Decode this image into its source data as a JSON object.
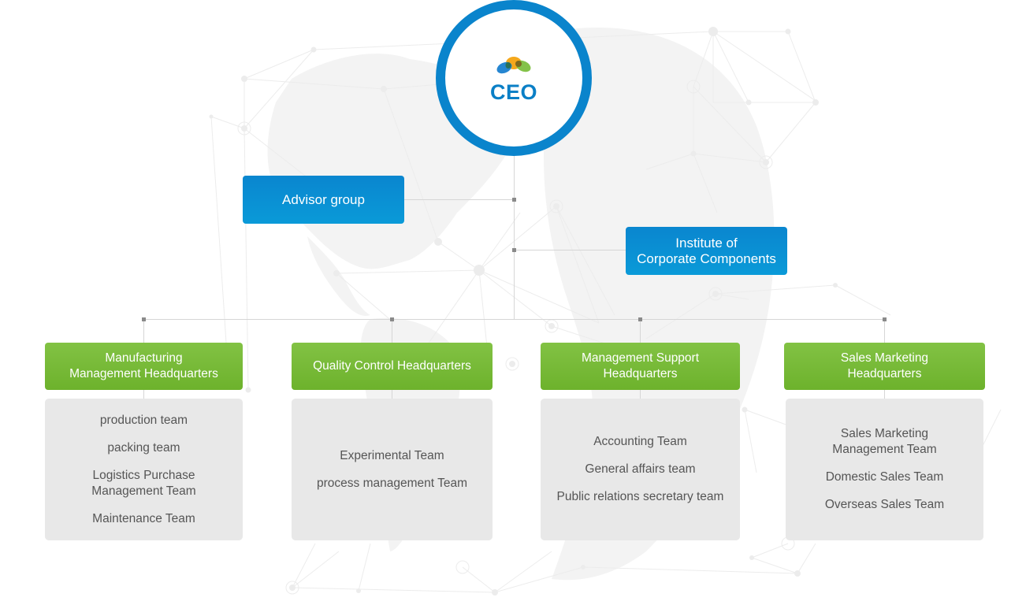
{
  "colors": {
    "ceo_ring": "#0a84cc",
    "ceo_text": "#0a7fc6",
    "blue_box": "#0a8fd2",
    "green_box": "#78ba38",
    "team_box_bg": "#e8e8e8",
    "team_text": "#555555",
    "connector": "#d6d6d6",
    "connector_node": "#8a8a8a",
    "logo_blue": "#1a7fcf",
    "logo_orange": "#f5a81c",
    "logo_green": "#7dbf3f"
  },
  "ceo": {
    "title": "CEO",
    "logo_icon": "company-logo-three-ellipses"
  },
  "advisor": {
    "label": "Advisor group"
  },
  "institute": {
    "label": "Institute of\nCorporate Components"
  },
  "headquarters": [
    {
      "name": "Manufacturing\nManagement Headquarters",
      "teams": [
        "production team",
        "packing team",
        "Logistics Purchase\nManagement Team",
        "Maintenance Team"
      ]
    },
    {
      "name": "Quality Control Headquarters",
      "teams": [
        "Experimental Team",
        "process management Team"
      ]
    },
    {
      "name": "Management Support\nHeadquarters",
      "teams": [
        "Accounting Team",
        "General affairs team",
        "Public relations secretary team"
      ]
    },
    {
      "name": "Sales Marketing\nHeadquarters",
      "teams": [
        "Sales Marketing\nManagement Team",
        "Domestic Sales Team",
        "Overseas Sales Team"
      ]
    }
  ],
  "background": {
    "description": "faint world map with network nodes"
  }
}
